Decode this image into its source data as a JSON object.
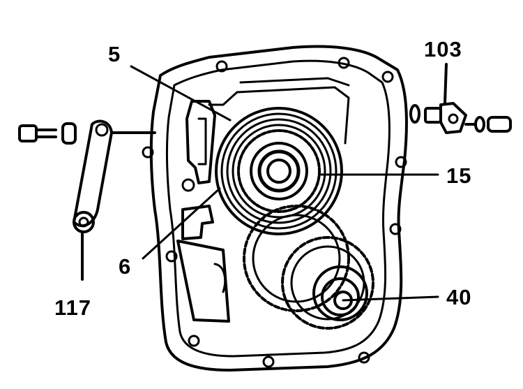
{
  "diagram": {
    "callouts": [
      {
        "id": "c5",
        "text": "5"
      },
      {
        "id": "c103",
        "text": "103"
      },
      {
        "id": "c15",
        "text": "15"
      },
      {
        "id": "c6",
        "text": "6"
      },
      {
        "id": "c117",
        "text": "117"
      },
      {
        "id": "c40",
        "text": "40"
      }
    ],
    "line_color": "#000000",
    "background": "#ffffff"
  }
}
